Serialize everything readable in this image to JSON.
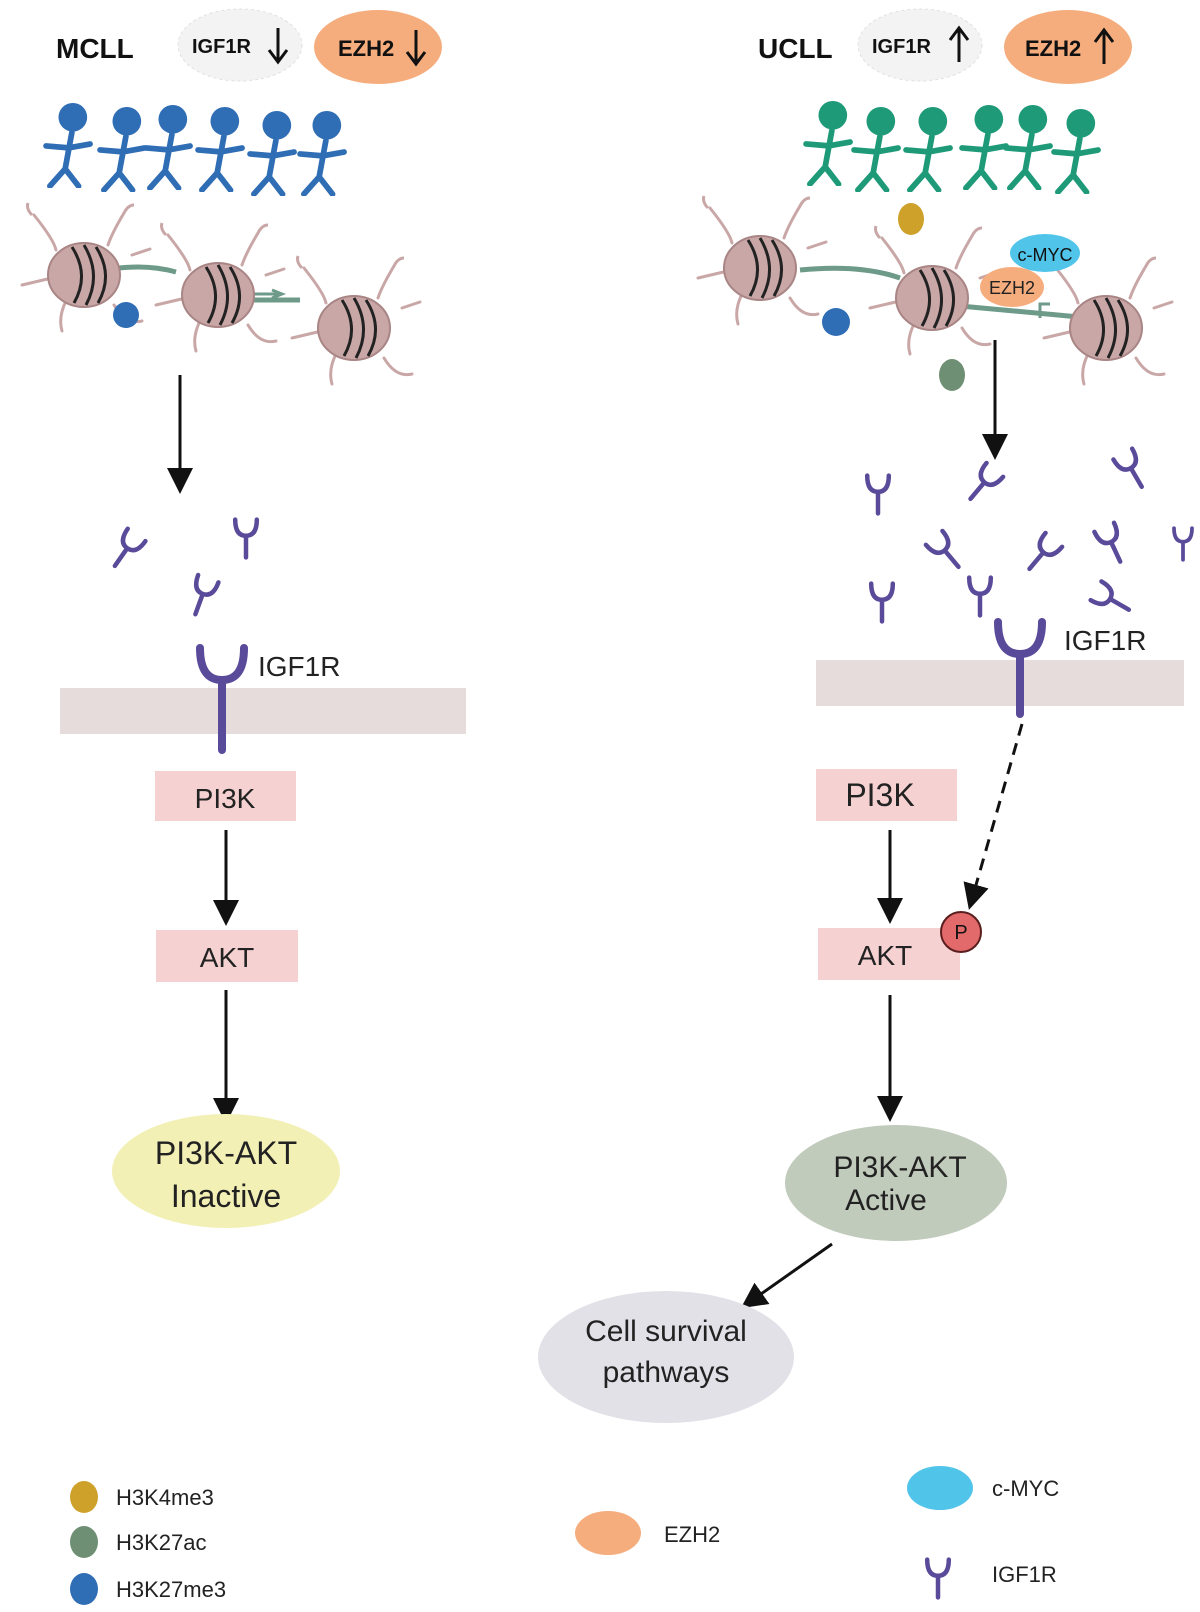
{
  "left": {
    "title": "MCLL",
    "igf1r_badge": "IGF1R",
    "ezh2_badge": "EZH2",
    "receptor_label": "IGF1R",
    "pi3k": "PI3K",
    "akt": "AKT",
    "result_line1": "PI3K-AKT",
    "result_line2": "Inactive"
  },
  "right": {
    "title": "UCLL",
    "igf1r_badge": "IGF1R",
    "ezh2_badge": "EZH2",
    "cmyc": "c-MYC",
    "ezh2_bound": "EZH2",
    "receptor_label": "IGF1R",
    "pi3k": "PI3K",
    "akt": "AKT",
    "phospho": "P",
    "result_line1": "PI3K-AKT",
    "result_line2": "Active",
    "survival_line1": "Cell survival",
    "survival_line2": "pathways"
  },
  "legend": {
    "h3k4me3": "H3K4me3",
    "h3k27ac": "H3K27ac",
    "h3k27me3": "H3K27me3",
    "ezh2": "EZH2",
    "cmyc": "c-MYC",
    "igf1r": "IGF1R"
  },
  "colors": {
    "mcll_cells": "#2f6db5",
    "ucll_cells": "#1f9a78",
    "nucleosome": "#c9a7a7",
    "receptor": "#5a4a9a",
    "membrane": "#e6dcdc",
    "box": "#f5d1d1",
    "ezh2": "#f5ad7e",
    "cmyc": "#51c4ea",
    "h3k4me3": "#cda12a",
    "h3k27ac": "#6e8f73",
    "h3k27me3": "#2f6db5",
    "inactive": "#f3f0b5",
    "active": "#c1cbbc",
    "survival": "#e2e1e8",
    "phospho": "#e36a6a"
  }
}
